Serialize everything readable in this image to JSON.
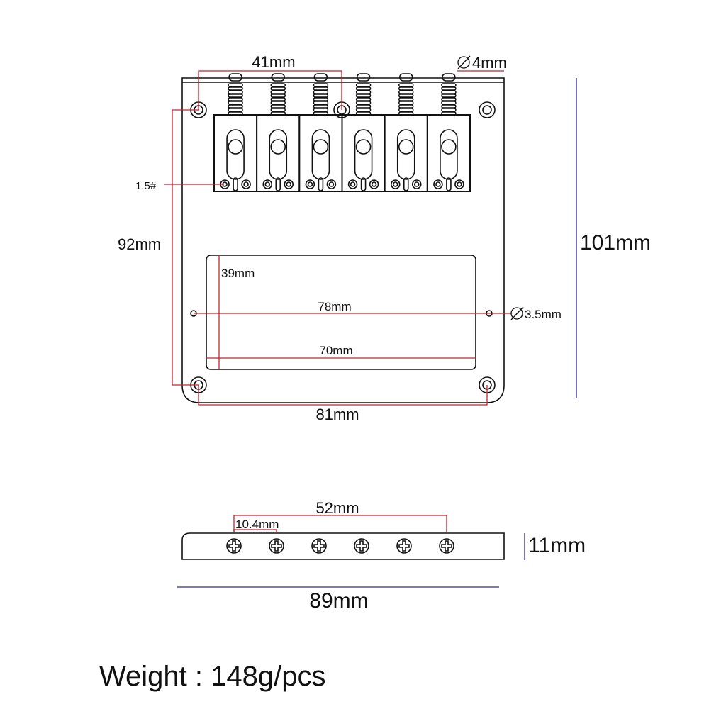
{
  "top_view": {
    "saddle_count": 6,
    "dims": {
      "mount_spacing_top": "41mm",
      "mount_hole_diameter": "4mm",
      "screw_size": "1.5#",
      "mount_spacing_vertical": "92mm",
      "total_length": "101mm",
      "cutout_height": "39mm",
      "small_hole_spacing": "78mm",
      "small_hole_diameter": "3.5mm",
      "cutout_width": "70mm",
      "mount_spacing_bottom": "81mm"
    }
  },
  "side_view": {
    "screw_count": 6,
    "dims": {
      "screw_span": "52mm",
      "screw_pitch": "10.4mm",
      "height": "11mm",
      "width": "89mm"
    }
  },
  "weight_label": "Weight : 148g/pcs",
  "colors": {
    "dimension_red": "#c8202c",
    "dimension_blue": "#2a2aa0",
    "outline": "#111111"
  }
}
